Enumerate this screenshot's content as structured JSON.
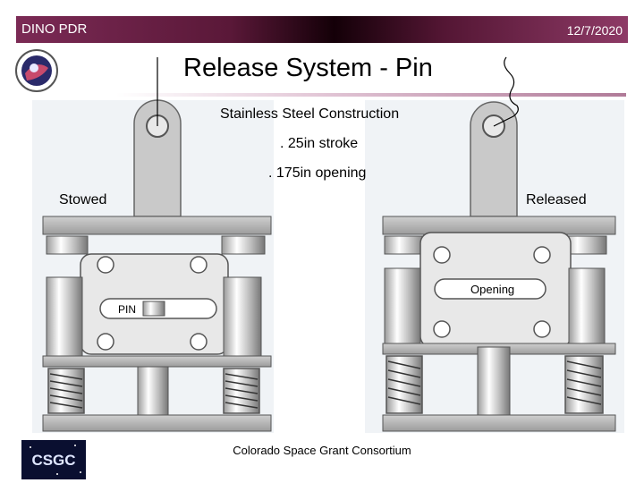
{
  "header": {
    "left": "DINO PDR",
    "right": "12/7/2020"
  },
  "title": "Release System - Pin",
  "callouts": {
    "construction": "Stainless Steel Construction",
    "stroke": ". 25in stroke",
    "opening_size": ". 175in opening",
    "stowed": "Stowed",
    "released": "Released"
  },
  "labels": {
    "pin": "PIN",
    "opening": "Opening"
  },
  "footer": "Colorado Space Grant Consortium",
  "logos": {
    "left_logo": "CSGC",
    "emblem_icon": "space-grant-seal-icon"
  },
  "colors": {
    "header_start": "#7b2a55",
    "header_mid": "#140008",
    "accent": "#8e3a66"
  }
}
